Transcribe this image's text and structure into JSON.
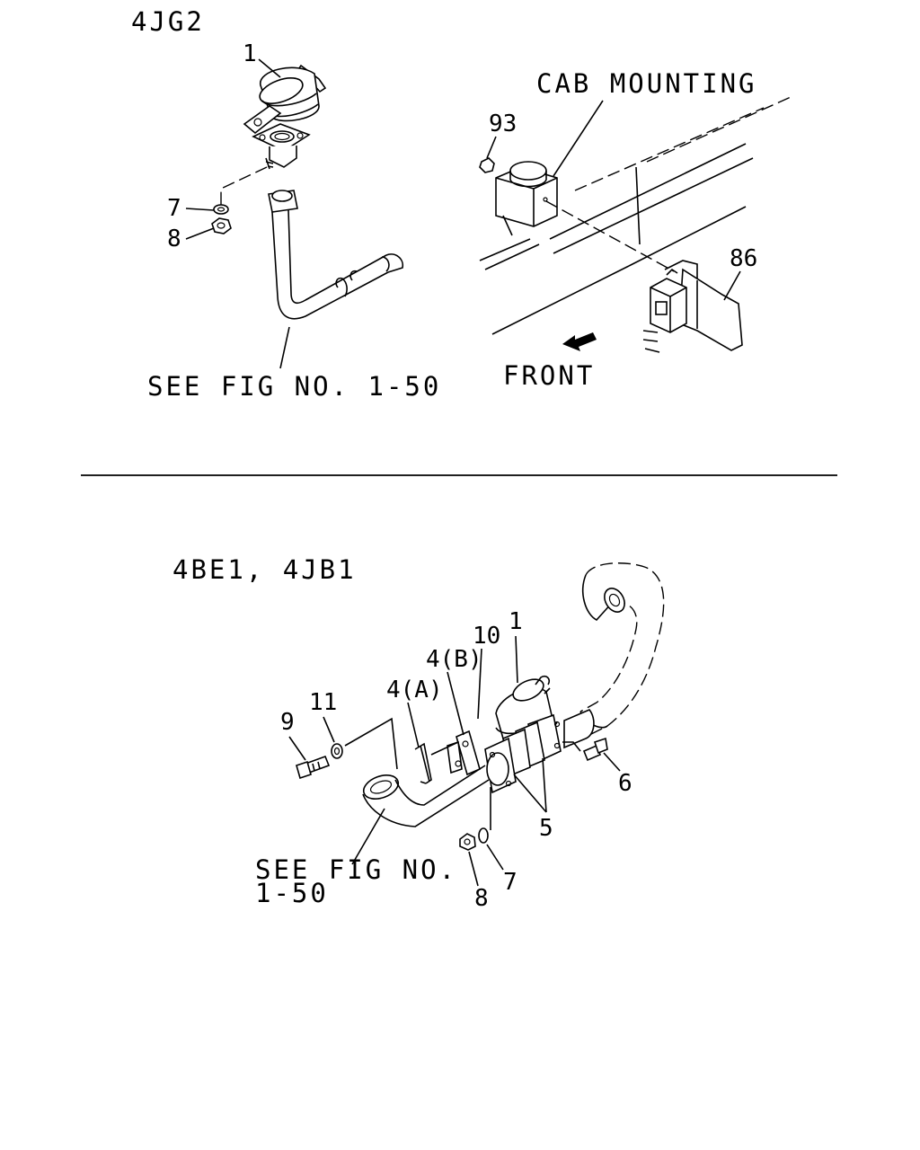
{
  "sections": {
    "top": {
      "engine_code": "4JG2",
      "see_fig": "SEE FIG NO. 1-50",
      "cab_mounting": "CAB MOUNTING",
      "front": "FRONT",
      "callouts": {
        "p1": "1",
        "p7": "7",
        "p8": "8",
        "p93": "93",
        "p86": "86"
      }
    },
    "bottom": {
      "engine_code": "4BE1, 4JB1",
      "see_fig_line1": "SEE FIG NO.",
      "see_fig_line2": "1-50",
      "callouts": {
        "p1": "1",
        "p10": "10",
        "p4b": "4(B)",
        "p4a": "4(A)",
        "p11": "11",
        "p9": "9",
        "p6": "6",
        "p5": "5",
        "p8": "8",
        "p7": "7"
      }
    }
  }
}
